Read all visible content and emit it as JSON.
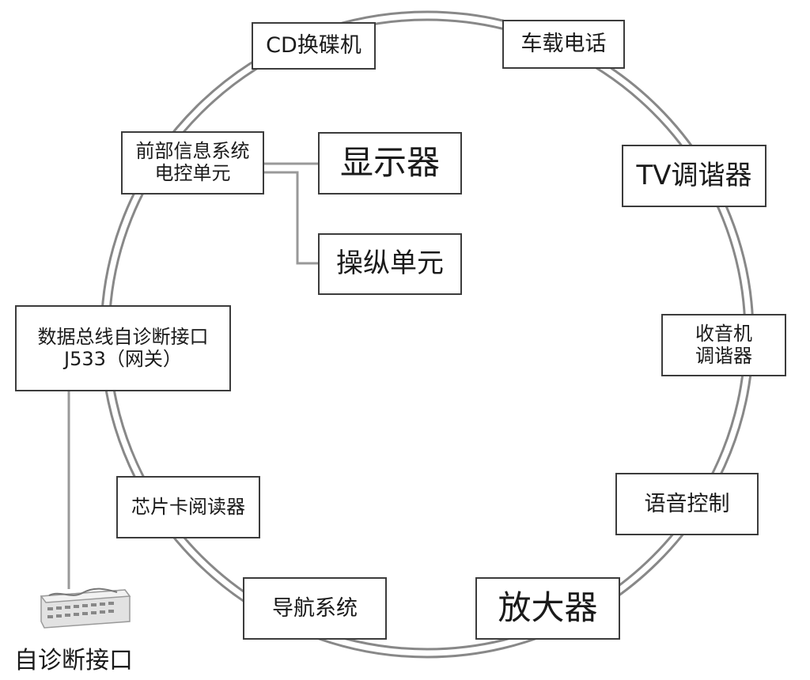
{
  "diagram": {
    "nodes": {
      "cd_changer": "CD换碟机",
      "car_phone": "车载电话",
      "front_info_ecu": [
        "前部信息系统",
        "电控单元"
      ],
      "display": "显示器",
      "operating_unit": "操纵单元",
      "tv_tuner": "TV调谐器",
      "radio_tuner": [
        "收音机",
        "调谐器"
      ],
      "gateway": [
        "数据总线自诊断接口",
        "J533（网关）"
      ],
      "voice_control": "语音控制",
      "chip_card_reader": "芯片卡阅读器",
      "navigation": "导航系统",
      "amplifier": "放大器"
    },
    "diagnostic_interface": "自诊断接口"
  }
}
